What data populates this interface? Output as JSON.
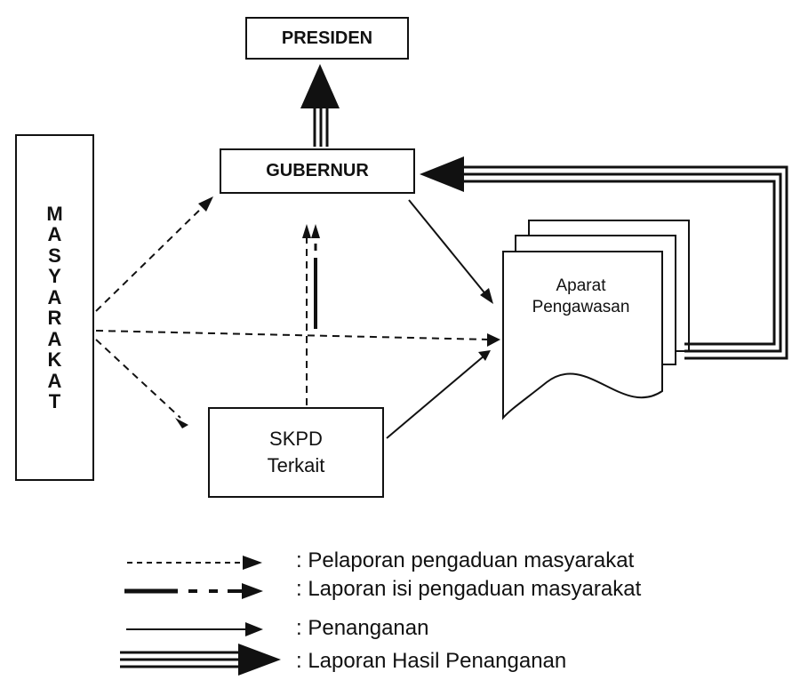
{
  "nodes": {
    "presiden": "PRESIDEN",
    "gubernur": "GUBERNUR",
    "masyarakat_letters": [
      "M",
      "A",
      "S",
      "Y",
      "A",
      "R",
      "A",
      "K",
      "A",
      "T"
    ],
    "skpd": {
      "line1": "SKPD",
      "line2": "Terkait"
    },
    "aparat": {
      "line1": "Aparat",
      "line2": "Pengawasan"
    }
  },
  "legend": [
    {
      "style": "dotted",
      "label": ": Pelaporan pengaduan masyarakat"
    },
    {
      "style": "dash-dot",
      "label": ": Laporan isi  pengaduan masyarakat"
    },
    {
      "style": "solid",
      "label": ": Penanganan"
    },
    {
      "style": "double",
      "label": ": Laporan Hasil Penanganan"
    }
  ]
}
